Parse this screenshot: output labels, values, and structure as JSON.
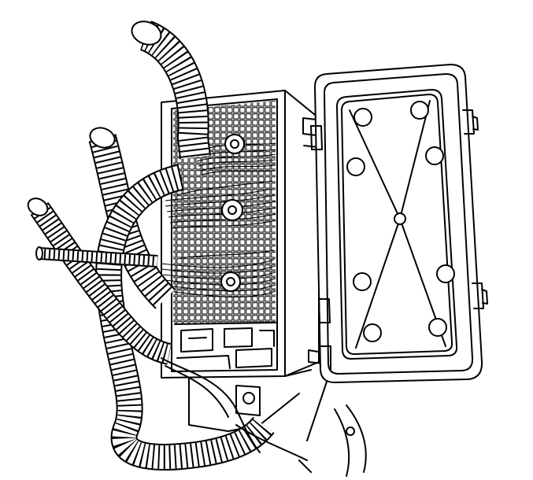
{
  "illustration": {
    "subject": "underhood-fuse-relay-block-with-open-cover",
    "stroke_color": "#000000",
    "background_color": "#ffffff",
    "components": [
      "harness-conduit-top",
      "harness-conduit-left",
      "harness-conduit-lower-left",
      "fuse-block-housing",
      "connector-cavity-grid",
      "wire-bundles",
      "connector-retaining-bolts",
      "block-cover-open",
      "cover-hinge-tabs",
      "cover-latch-tabs",
      "mounting-bracket"
    ],
    "cover_circles": 8,
    "connector_bolts": 3
  }
}
